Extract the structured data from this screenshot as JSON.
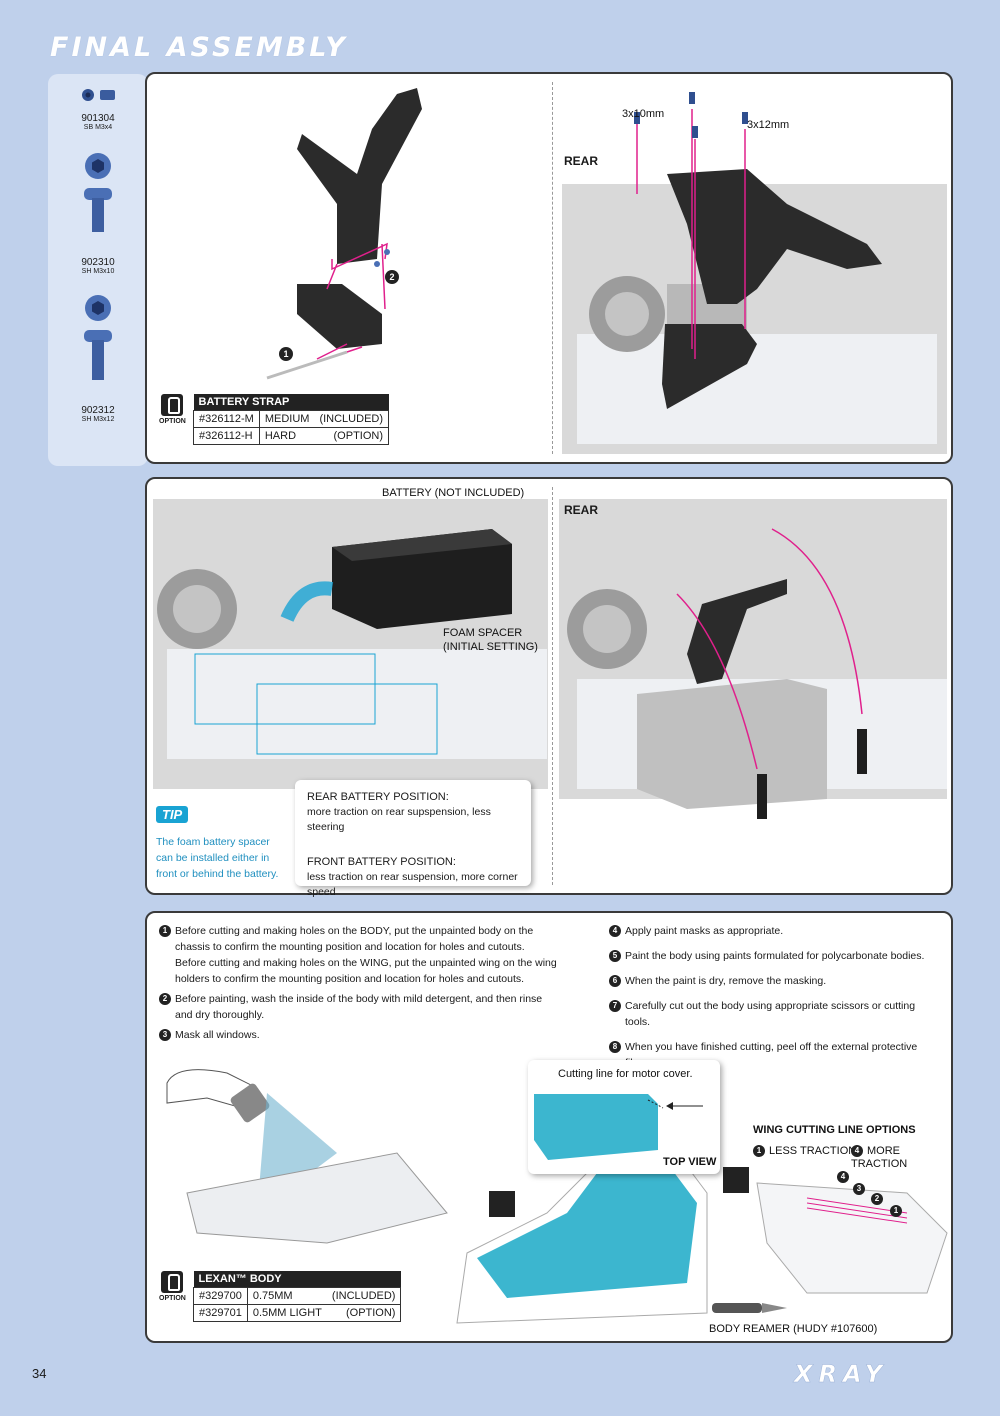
{
  "header": {
    "title": "FINAL ASSEMBLY"
  },
  "parts": [
    {
      "code": "901304",
      "desc": "SB M3x4"
    },
    {
      "code": "902310",
      "desc": "SH M3x10"
    },
    {
      "code": "902312",
      "desc": "SH M3x12"
    }
  ],
  "panel1": {
    "step_numbers": [
      "1",
      "2"
    ],
    "screw_labels": [
      "3x10mm",
      "3x12mm"
    ],
    "rear_label": "REAR",
    "option_label": "OPTION",
    "option_table": {
      "title": "BATTERY STRAP",
      "rows": [
        [
          "#326112-M",
          "MEDIUM",
          "(INCLUDED)"
        ],
        [
          "#326112-H",
          "HARD",
          "(OPTION)"
        ]
      ]
    }
  },
  "panel2": {
    "battery_label": "BATTERY (NOT INCLUDED)",
    "foam_label_1": "FOAM SPACER",
    "foam_label_2": "(INITIAL SETTING)",
    "rear_label": "REAR",
    "tip_badge": "TIP",
    "tip_text": "The foam battery spacer can be installed either in front or behind the battery.",
    "rear_pos_title": "REAR BATTERY POSITION:",
    "rear_pos_text": "more traction on rear supspension, less steering",
    "front_pos_title": "FRONT BATTERY POSITION:",
    "front_pos_text": "less traction on rear suspension, more corner speed"
  },
  "panel3": {
    "steps_left": [
      {
        "n": "1",
        "text": "Before cutting and making holes on the BODY, put the unpainted body on the chassis to confirm the mounting position and location for holes and cutouts. Before cutting and making holes on the WING, put the unpainted wing on the wing holders to confirm the mounting position and location for holes and cutouts."
      },
      {
        "n": "2",
        "text": "Before painting, wash the inside of the body with mild detergent, and then rinse and dry thoroughly."
      },
      {
        "n": "3",
        "text": "Mask all windows."
      }
    ],
    "steps_right": [
      {
        "n": "4",
        "text": "Apply paint masks as appropriate."
      },
      {
        "n": "5",
        "text": "Paint the body using paints formulated for polycarbonate bodies."
      },
      {
        "n": "6",
        "text": "When the paint is dry, remove the masking."
      },
      {
        "n": "7",
        "text": "Carefully cut out the body using appropriate scissors or cutting tools."
      },
      {
        "n": "8",
        "text": "When you have finished cutting, peel off the external protective films."
      }
    ],
    "motor_cover_label": "Cutting line for motor cover.",
    "top_view_label": "TOP VIEW",
    "wing_title": "WING CUTTING LINE OPTIONS",
    "wing_less": "LESS TRACTION",
    "wing_more": "MORE TRACTION",
    "wing_less_n": "1",
    "wing_more_n": "4",
    "wing_numbers": [
      "4",
      "3",
      "2",
      "1"
    ],
    "reamer_label": "BODY REAMER (HUDY #107600)",
    "option_label": "OPTION",
    "option_table": {
      "title": "LEXAN™ BODY",
      "rows": [
        [
          "#329700",
          "0.75MM",
          "(INCLUDED)"
        ],
        [
          "#329701",
          "0.5MM LIGHT",
          "(OPTION)"
        ]
      ]
    }
  },
  "footer": {
    "page_number": "34",
    "brand": "XRAY"
  },
  "colors": {
    "background": "#bfd0eb",
    "accent_pink": "#e0208c",
    "tip_blue": "#19a3d3",
    "body_blue": "#3cb6cf"
  }
}
